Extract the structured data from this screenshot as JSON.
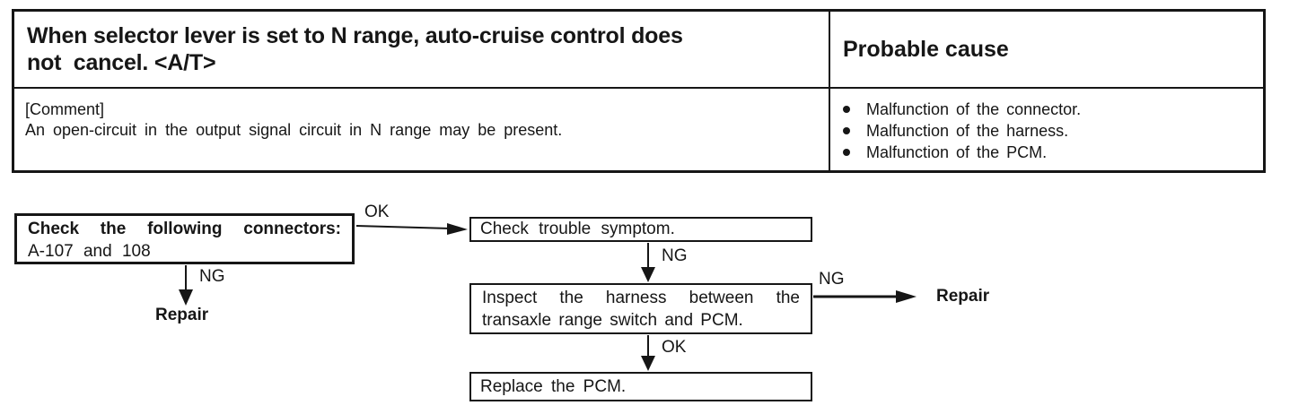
{
  "table": {
    "symptom": {
      "line1": "When selector lever is set to N range, auto-cruise control does",
      "line2": "not  cancel. <A/T>"
    },
    "probable_cause_header": "Probable cause",
    "comment_label": "[Comment]",
    "comment_text": "An open-circuit in the output signal circuit in N range may be present.",
    "causes": [
      "Malfunction of the connector.",
      "Malfunction of the harness.",
      "Malfunction of the PCM."
    ]
  },
  "flowchart": {
    "step1_title": "Check the following connectors:",
    "step1_detail": "A-107 and 108",
    "step2": "Check trouble symptom.",
    "step3_line1": "Inspect the harness between the",
    "step3_line2": "transaxle range switch and PCM.",
    "step4": "Replace the PCM.",
    "label_ok1": "OK",
    "label_ng1": "NG",
    "label_ng2": "NG",
    "label_ng3": "NG",
    "label_ok2": "OK",
    "repair_left": "Repair",
    "repair_right": "Repair"
  },
  "colors": {
    "ink": "#161616",
    "paper": "#ffffff"
  }
}
